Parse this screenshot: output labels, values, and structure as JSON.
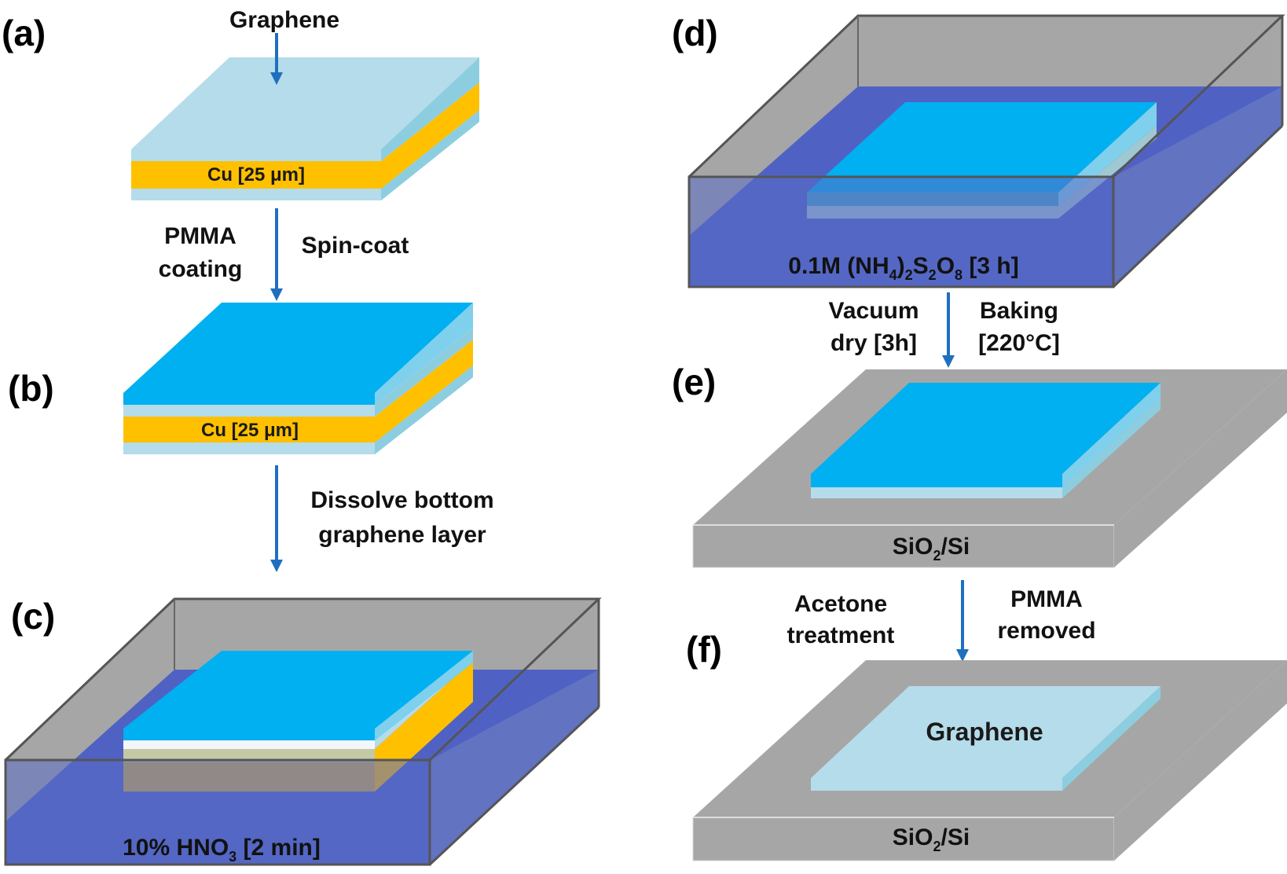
{
  "panels": {
    "a": {
      "label": "(a)",
      "top_label": "Graphene",
      "layer_label": "Cu [25 μm]"
    },
    "b": {
      "label": "(b)",
      "layer_label": "Cu [25 μm]"
    },
    "c": {
      "label": "(c)",
      "bath": {
        "prefix": "10% HNO",
        "sub": "3",
        "suffix": " [2 min]"
      }
    },
    "d": {
      "label": "(d)",
      "bath": {
        "a": "0.1M (NH",
        "s1": "4",
        "b": ")",
        "s2": "2",
        "c": "S",
        "s3": "2",
        "d": "O",
        "s4": "8",
        "e": " [3 h]"
      }
    },
    "e": {
      "label": "(e)",
      "substrate": {
        "a": "SiO",
        "s": "2",
        "b": "/Si"
      }
    },
    "f": {
      "label": "(f)",
      "center_label": "Graphene",
      "substrate": {
        "a": "SiO",
        "s": "2",
        "b": "/Si"
      }
    }
  },
  "steps": {
    "ab": {
      "left": [
        "PMMA",
        "coating"
      ],
      "right": [
        "Spin-coat"
      ]
    },
    "bc": {
      "right": [
        "Dissolve bottom",
        "graphene layer"
      ]
    },
    "de": {
      "left": [
        "Vacuum",
        "dry [3h]"
      ],
      "right": [
        "Baking",
        "[220°C]"
      ]
    },
    "ef": {
      "left": [
        "Acetone",
        "treatment"
      ],
      "right": [
        "PMMA",
        "removed"
      ]
    }
  },
  "colors": {
    "graphene": "#b5dcea",
    "graphene_side": "#8dcde0",
    "copper": "#ffc000",
    "pmma": "#00b0f0",
    "pmma_side": "#7fd0ec",
    "bath_gray": "#a6a6a6",
    "water": "#5a6bc4",
    "arrow": "#1f6fbf",
    "substrate": "#a6a6a6"
  }
}
